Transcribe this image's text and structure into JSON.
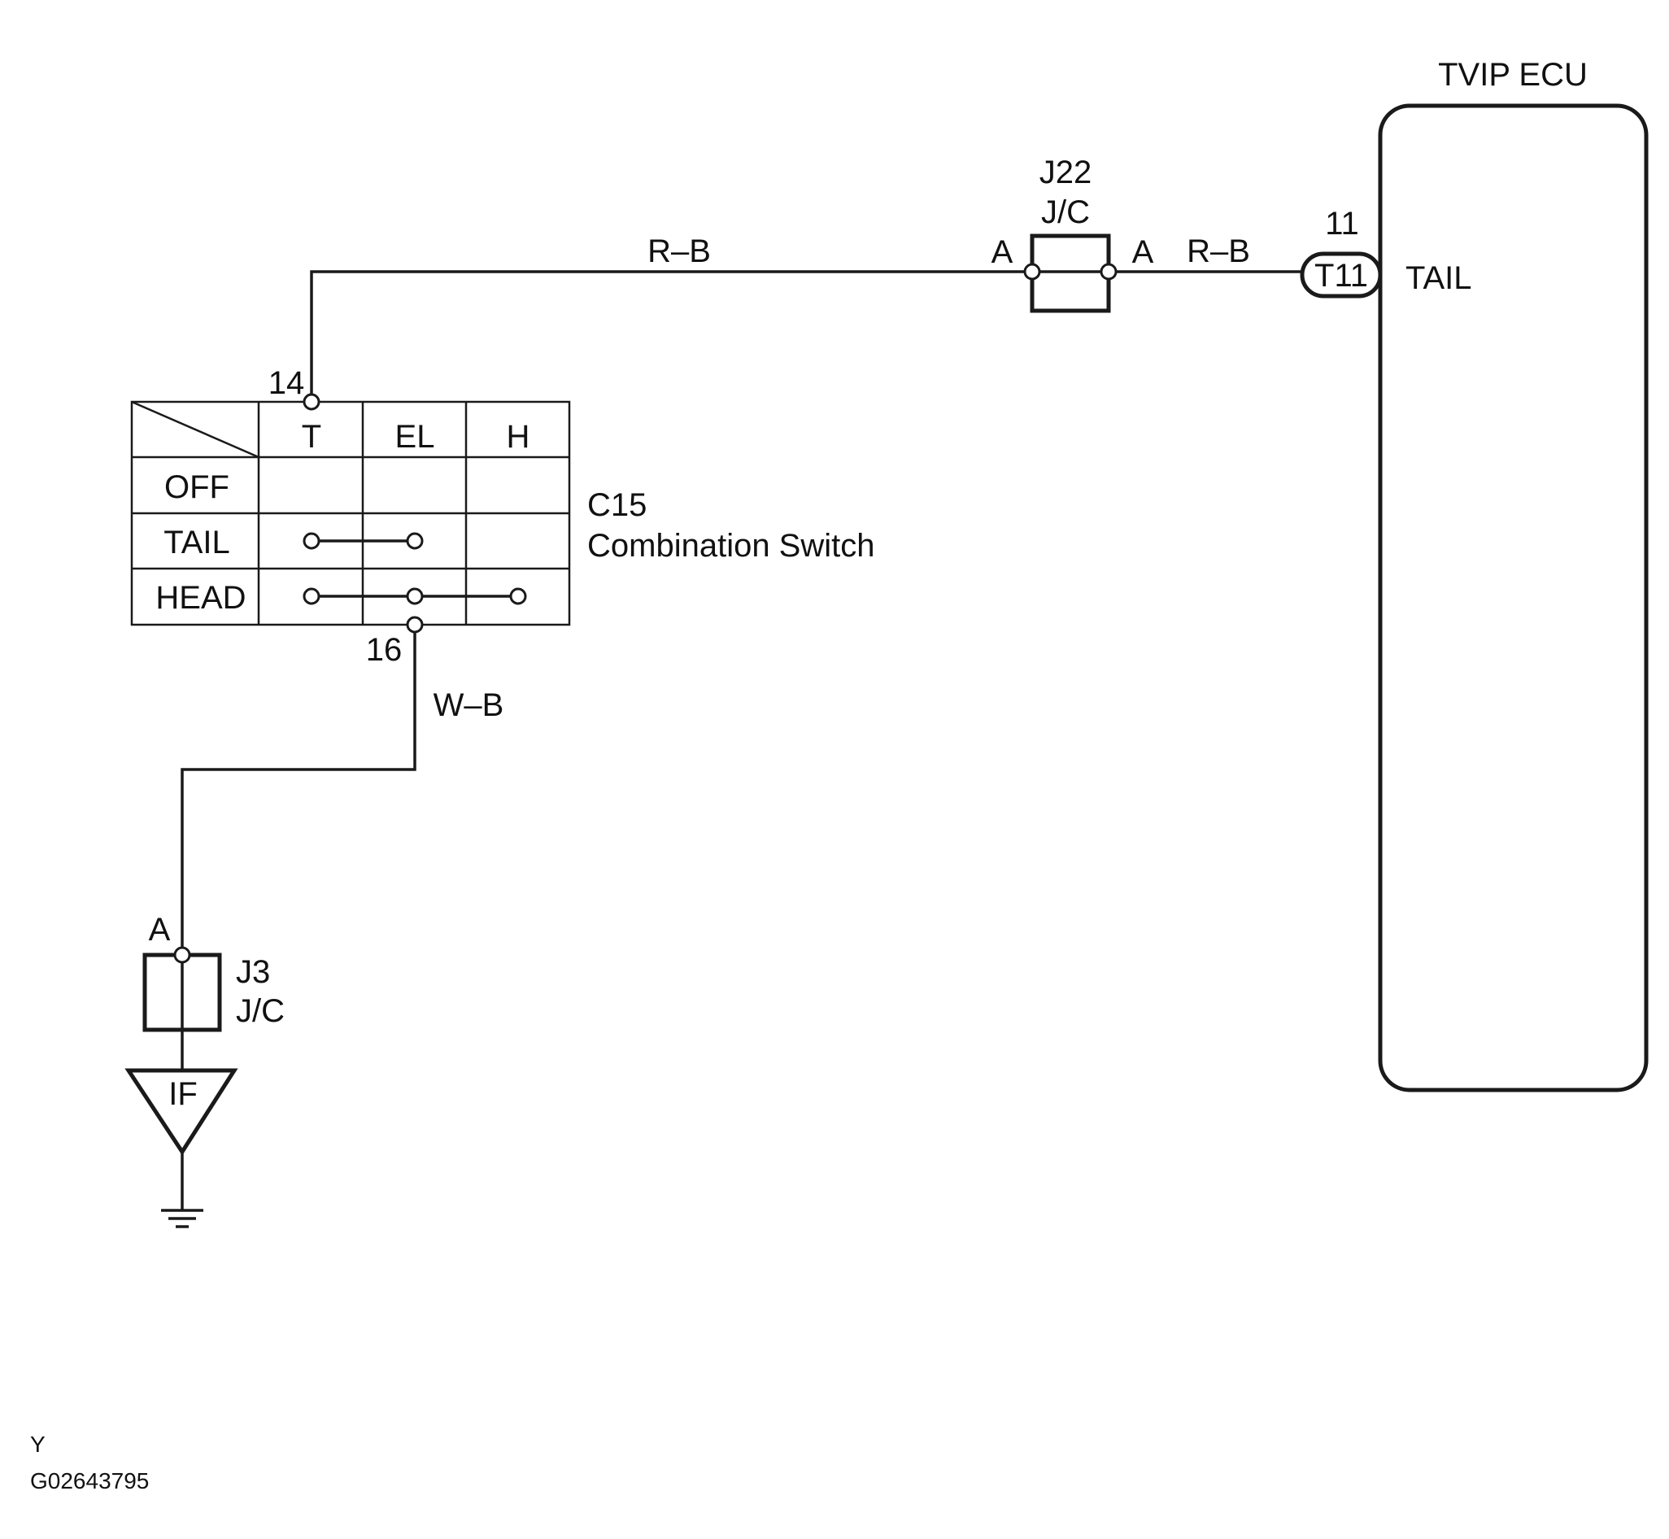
{
  "ecu": {
    "title": "TVIP ECU",
    "pin_number": "11",
    "connector": "T11",
    "pin_label": "TAIL"
  },
  "wires": {
    "top_left": "R–B",
    "top_right": "R–B",
    "lower": "W–B"
  },
  "junction_j22": {
    "id": "J22",
    "type": "J/C",
    "left_pin": "A",
    "right_pin": "A"
  },
  "junction_j3": {
    "id": "J3",
    "type": "J/C",
    "pin": "A"
  },
  "switch": {
    "id": "C15",
    "name": "Combination Switch",
    "top_pin": "14",
    "bottom_pin": "16",
    "columns": [
      "T",
      "EL",
      "H"
    ],
    "rows": [
      "OFF",
      "TAIL",
      "HEAD"
    ]
  },
  "ground": {
    "label": "IF"
  },
  "footer": {
    "letter": "Y",
    "code": "G02643795"
  }
}
